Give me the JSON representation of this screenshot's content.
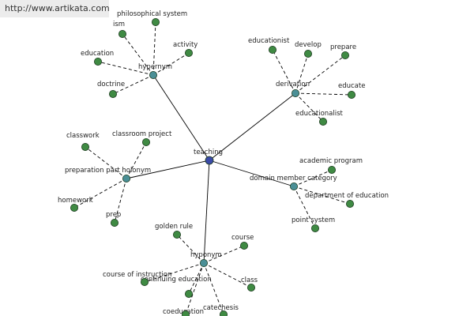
{
  "header": {
    "url": "http://www.artikata.com"
  },
  "colors": {
    "center": "#3a4aa8",
    "hub": "#4a8f96",
    "leaf": "#3f8a43",
    "edge": "#000000"
  },
  "graph": {
    "center": {
      "label": "teaching"
    },
    "hubs": [
      {
        "label": "hypernym",
        "leaves": [
          "ism",
          "philosophical system",
          "activity",
          "education",
          "doctrine"
        ]
      },
      {
        "label": "derivation",
        "leaves": [
          "educationist",
          "develop",
          "prepare",
          "educate",
          "educationalist"
        ]
      },
      {
        "label": "preparation part holonym",
        "leaves": [
          "classwork",
          "classroom project",
          "homework",
          "prep"
        ]
      },
      {
        "label": "domain member category",
        "leaves": [
          "academic program",
          "department of education",
          "point system"
        ]
      },
      {
        "label": "hyponym",
        "leaves": [
          "golden rule",
          "course",
          "course of instruction",
          "continuing education",
          "class",
          "coeducation",
          "catechesis"
        ]
      }
    ]
  }
}
